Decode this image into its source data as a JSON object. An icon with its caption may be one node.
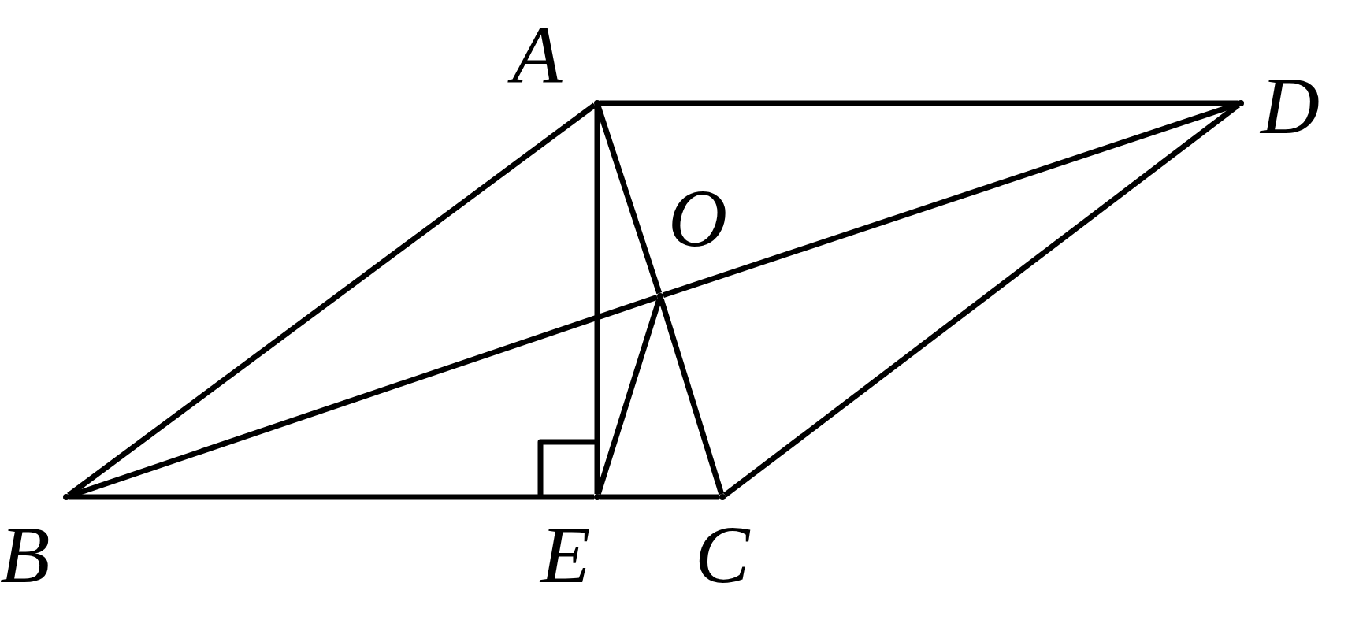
{
  "diagram": {
    "nodes": [
      {
        "text": [],
        "shape": "point",
        "beside": [
          "A"
        ]
      },
      {
        "text": [],
        "shape": "point",
        "beside": [
          "D"
        ]
      },
      {
        "text": [],
        "shape": "point",
        "beside": [
          "O"
        ]
      },
      {
        "text": [],
        "shape": "point",
        "beside": [
          "B"
        ]
      },
      {
        "text": [],
        "shape": "point",
        "beside": [
          "E"
        ]
      },
      {
        "text": [],
        "shape": "point",
        "beside": [
          "C"
        ]
      }
    ],
    "edges": [
      {
        "from": 0,
        "to": 1,
        "arrow": "none"
      },
      {
        "from": 0,
        "to": 3,
        "arrow": "none"
      },
      {
        "from": 1,
        "to": 5,
        "arrow": "none"
      },
      {
        "from": 3,
        "to": 4,
        "arrow": "none"
      },
      {
        "from": 4,
        "to": 5,
        "arrow": "none"
      },
      {
        "from": 0,
        "to": 4,
        "arrow": "none"
      },
      {
        "from": 0,
        "to": 2,
        "arrow": "none"
      },
      {
        "from": 2,
        "to": 5,
        "arrow": "none"
      },
      {
        "from": 3,
        "to": 2,
        "arrow": "none"
      },
      {
        "from": 2,
        "to": 1,
        "arrow": "none"
      },
      {
        "from": 4,
        "to": 2,
        "arrow": "none"
      }
    ]
  }
}
